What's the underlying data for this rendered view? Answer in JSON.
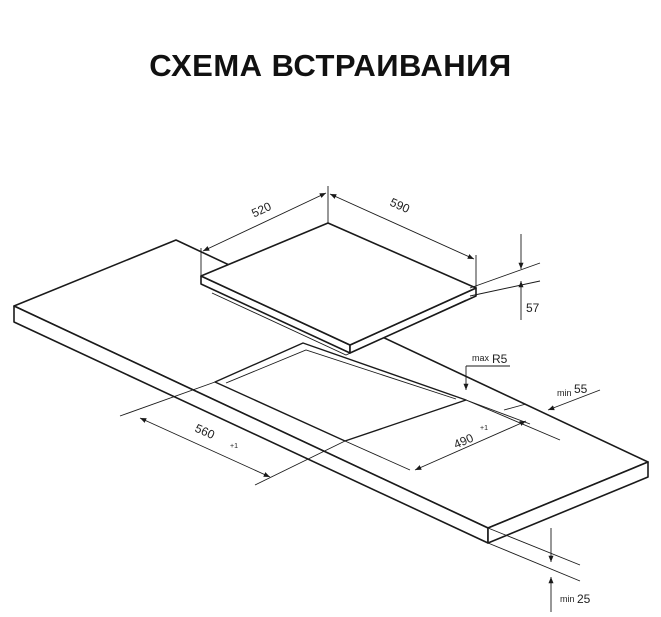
{
  "title": "СХЕМА ВСТРАИВАНИЯ",
  "dimensions": {
    "hob_depth": "520",
    "hob_width": "590",
    "hob_height": "57",
    "corner_radius_prefix": "max",
    "corner_radius": "R5",
    "cutout_width": "560",
    "cutout_width_tolerance": "+1",
    "cutout_depth": "490",
    "cutout_depth_tolerance": "+1",
    "rear_clearance_prefix": "min",
    "rear_clearance": "55",
    "worktop_thickness_prefix": "min",
    "worktop_thickness": "25"
  },
  "colors": {
    "line": "#1a1a1a",
    "text": "#222222",
    "background": "#ffffff"
  }
}
